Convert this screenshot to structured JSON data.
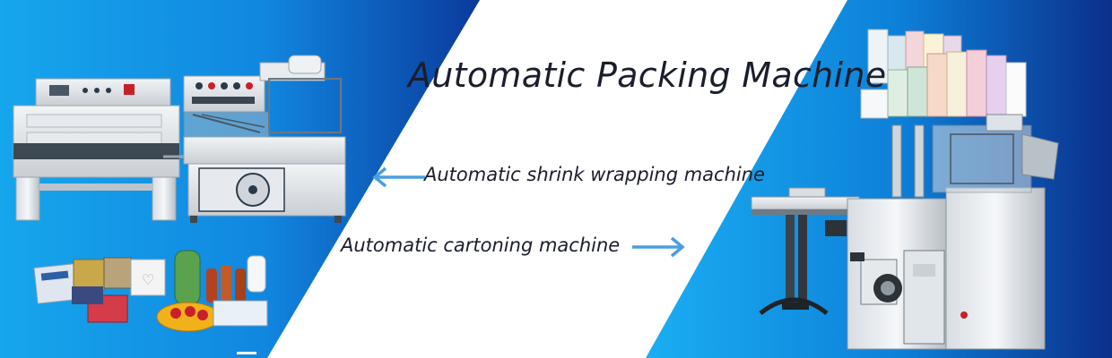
{
  "banner": {
    "title": "Automatic Packing Machine",
    "shrink_label": "Automatic shrink wrapping machine",
    "carton_label": "Automatic cartoning machine"
  },
  "colors": {
    "left_panel_light": "#16a6ec",
    "left_panel_dark": "#0a3a9c",
    "right_panel_light": "#18aaf0",
    "right_panel_dark": "#0b2f8a",
    "arrow": "#4a9ee0",
    "text": "#1b1e2c"
  },
  "icons": {
    "shrink_arrow": "arrow-left-icon",
    "carton_arrow": "arrow-right-icon"
  }
}
